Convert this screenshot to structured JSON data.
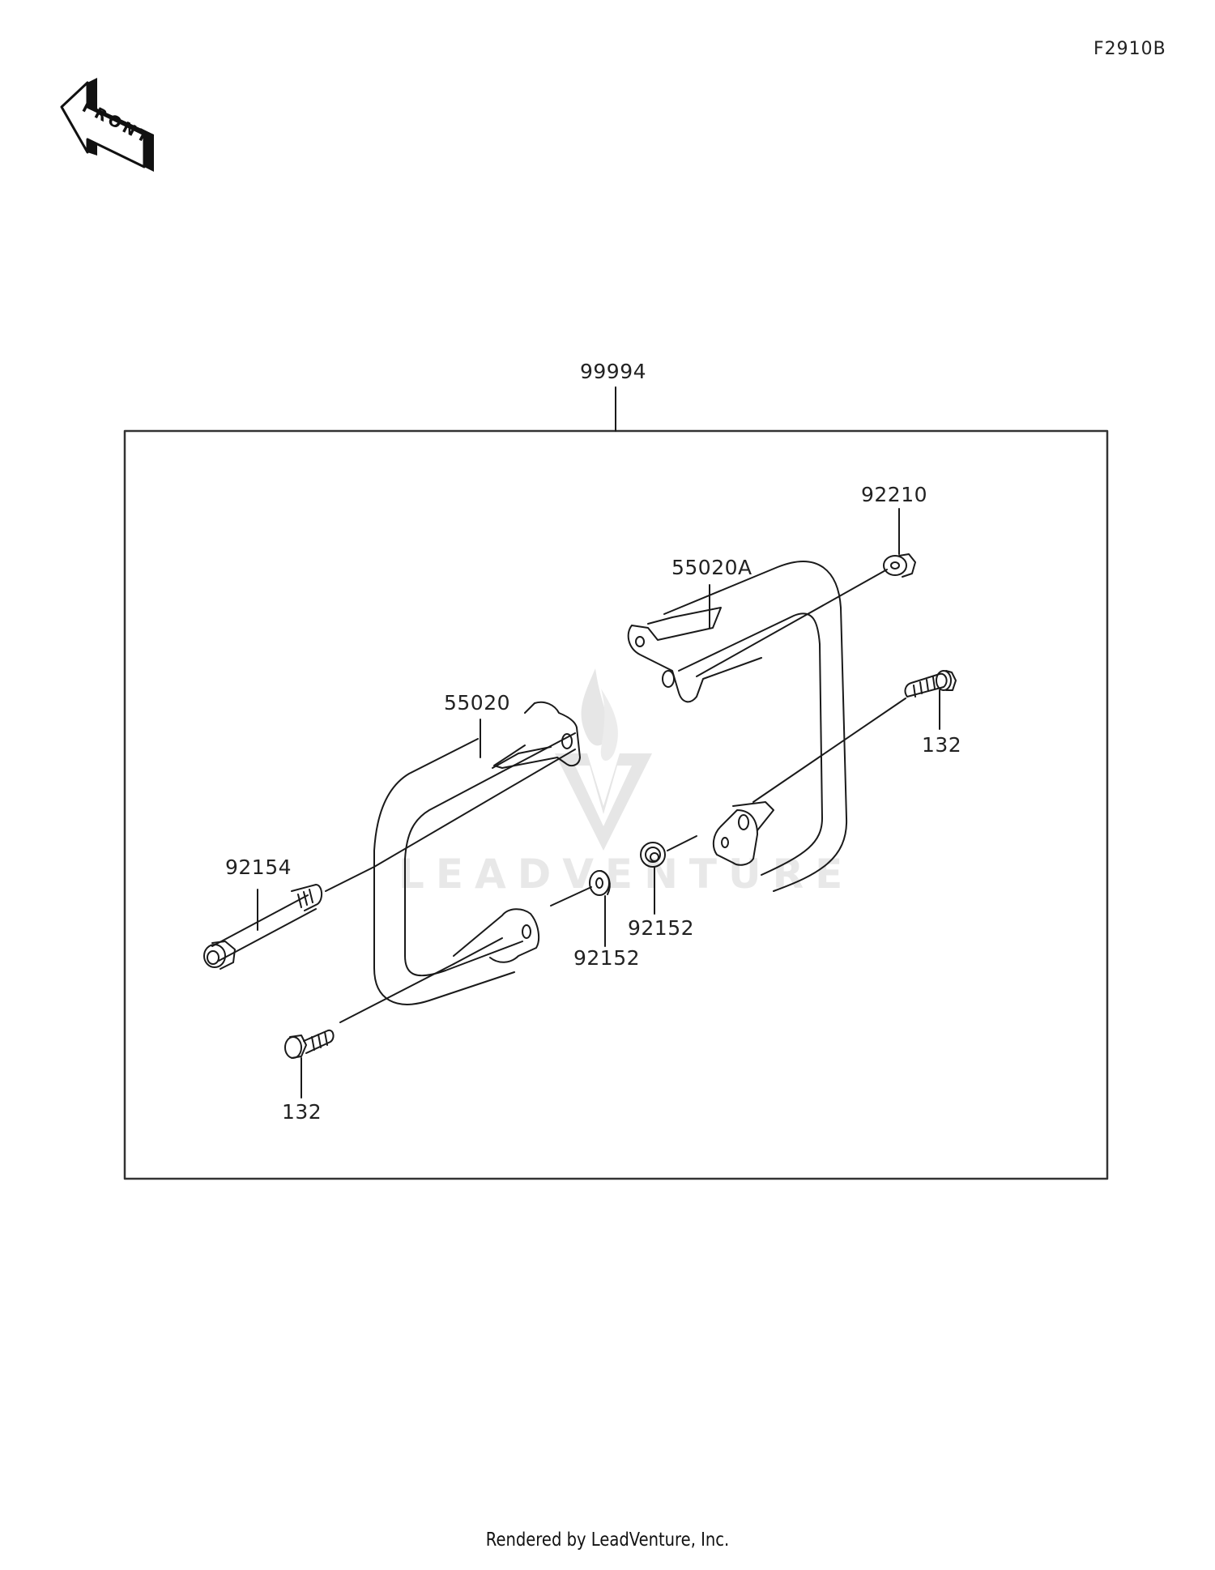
{
  "diagram": {
    "code": "F2910B",
    "front_indicator": "FRONT",
    "assembly_label": "99994",
    "watermark": "LEADVENTURE"
  },
  "parts": [
    {
      "id": "p-99994",
      "number": "99994",
      "description": "assembly kit (boxed)"
    },
    {
      "id": "p-92210",
      "number": "92210",
      "description": "flange nut"
    },
    {
      "id": "p-55020A",
      "number": "55020A",
      "description": "right guard bar"
    },
    {
      "id": "p-55020",
      "number": "55020",
      "description": "left guard bar"
    },
    {
      "id": "p-92154",
      "number": "92154",
      "description": "long flange bolt"
    },
    {
      "id": "p-132-left",
      "number": "132",
      "description": "short flange bolt"
    },
    {
      "id": "p-132-right",
      "number": "132",
      "description": "short flange bolt"
    },
    {
      "id": "p-92152-a",
      "number": "92152",
      "description": "washer / collar"
    },
    {
      "id": "p-92152-b",
      "number": "92152",
      "description": "washer / collar"
    }
  ],
  "footer": {
    "text": "Rendered by LeadVenture, Inc."
  },
  "colors": {
    "line": "#1a1a1a",
    "box": "#333333",
    "watermark": "#e6e6e6",
    "background": "#ffffff"
  }
}
